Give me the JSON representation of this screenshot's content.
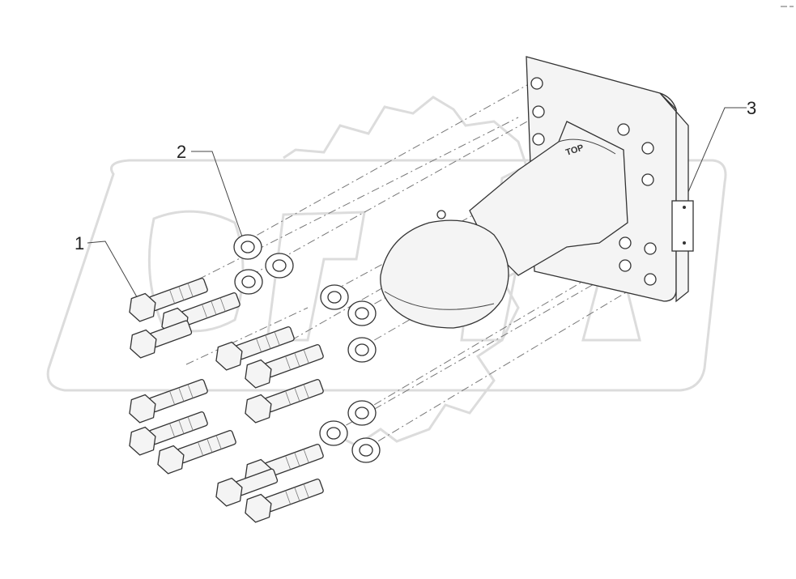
{
  "callouts": [
    {
      "id": "1",
      "label": "1"
    },
    {
      "id": "2",
      "label": "2"
    },
    {
      "id": "3",
      "label": "3"
    }
  ],
  "hitch_marking": "TOP",
  "watermark_text": "OREX",
  "colors": {
    "line": "#333333",
    "watermark": "#dcdcdc",
    "background": "#ffffff"
  }
}
